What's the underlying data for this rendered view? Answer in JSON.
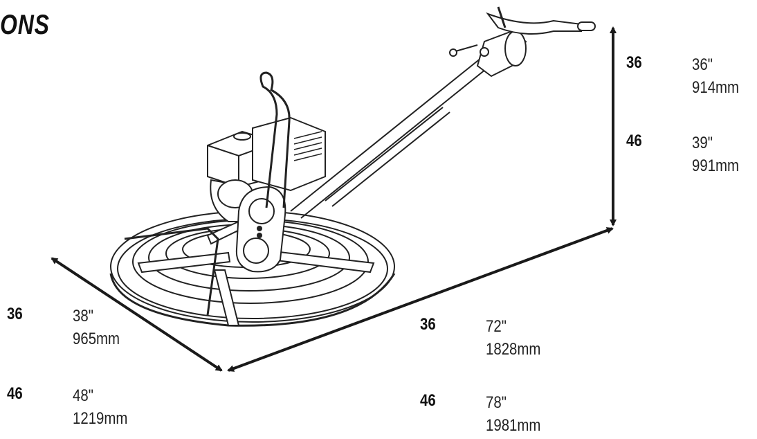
{
  "heading": "ONS",
  "dimensions": {
    "height": [
      {
        "model": "36",
        "inches": "36\"",
        "mm": "914mm"
      },
      {
        "model": "46",
        "inches": "39\"",
        "mm": "991mm"
      }
    ],
    "width": [
      {
        "model": "36",
        "inches": "38\"",
        "mm": "965mm"
      },
      {
        "model": "46",
        "inches": "48\"",
        "mm": "1219mm"
      }
    ],
    "length": [
      {
        "model": "36",
        "inches": "72\"",
        "mm": "1828mm"
      },
      {
        "model": "46",
        "inches": "78\"",
        "mm": "1981mm"
      }
    ]
  },
  "colors": {
    "ink": "#1a1a1a",
    "background": "#ffffff"
  },
  "illustration": "power-trowel-drawing"
}
